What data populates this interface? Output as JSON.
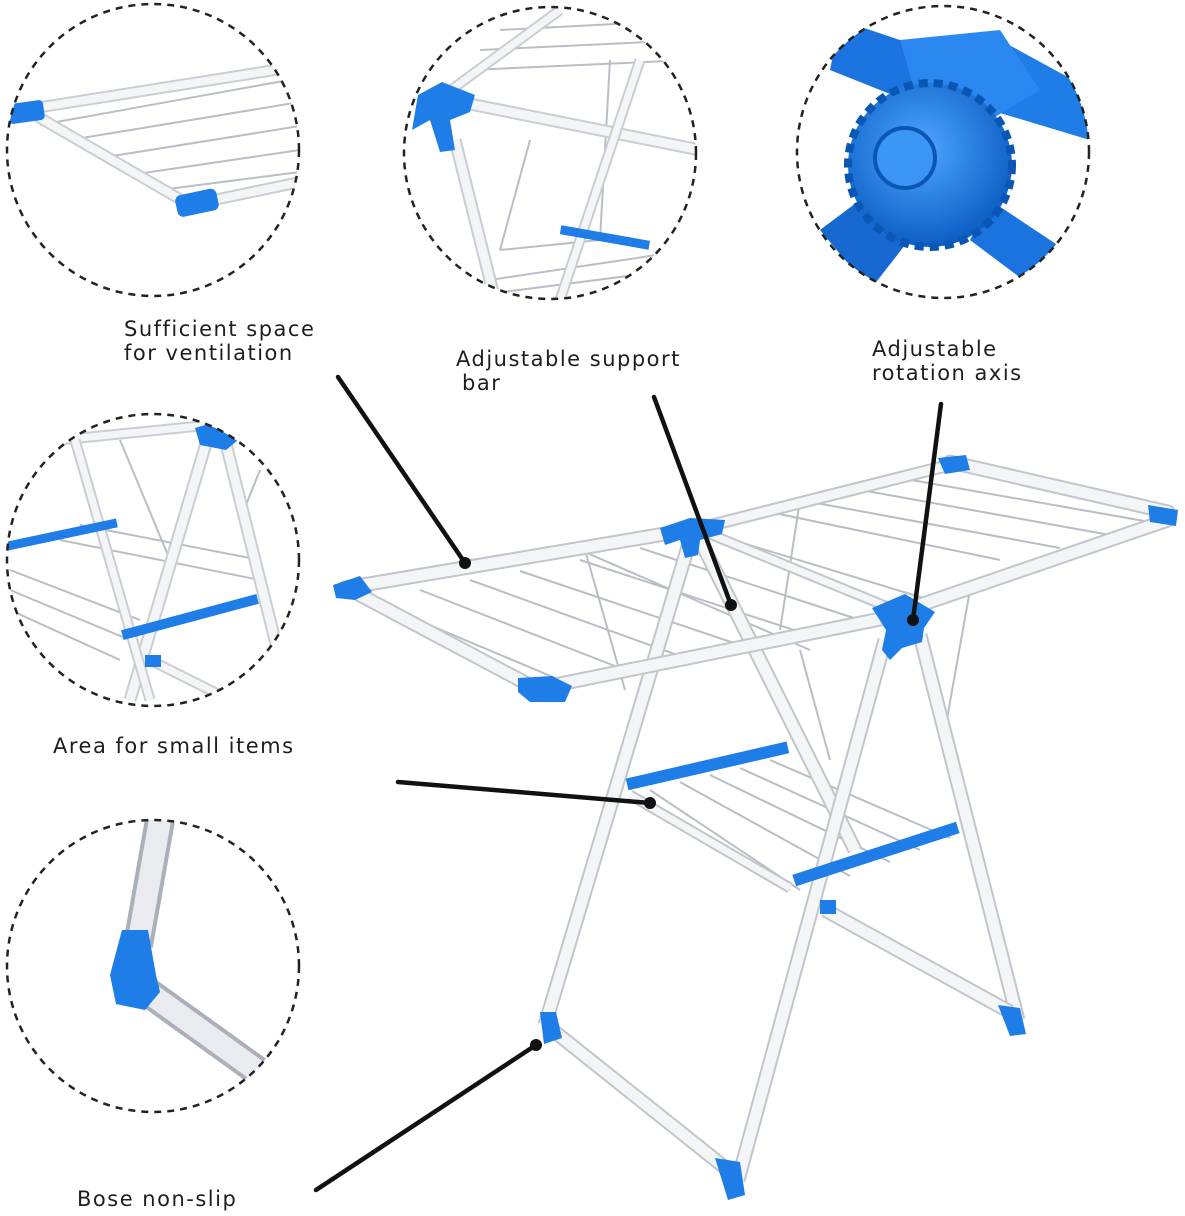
{
  "colors": {
    "accent": "#1e7de6",
    "frame": "#f2f3f5",
    "frame_edge": "#b9bec6",
    "callout_line": "#111111",
    "dash": "#222222"
  },
  "callouts": {
    "ventilation": {
      "line1": "Sufficient space",
      "line2": "for ventilation"
    },
    "support_bar": {
      "line1": "Adjustable support",
      "line2": "bar"
    },
    "rotation_axis": {
      "line1": "Adjustable",
      "line2": "rotation axis"
    },
    "small_items": {
      "line1": "Area for small items"
    },
    "non_slip": {
      "line1": "Bose non-slip"
    }
  },
  "detail_views": [
    "wing-end-detail",
    "support-bar-detail",
    "rotation-knob-detail",
    "small-items-tray-detail",
    "foot-detail"
  ]
}
